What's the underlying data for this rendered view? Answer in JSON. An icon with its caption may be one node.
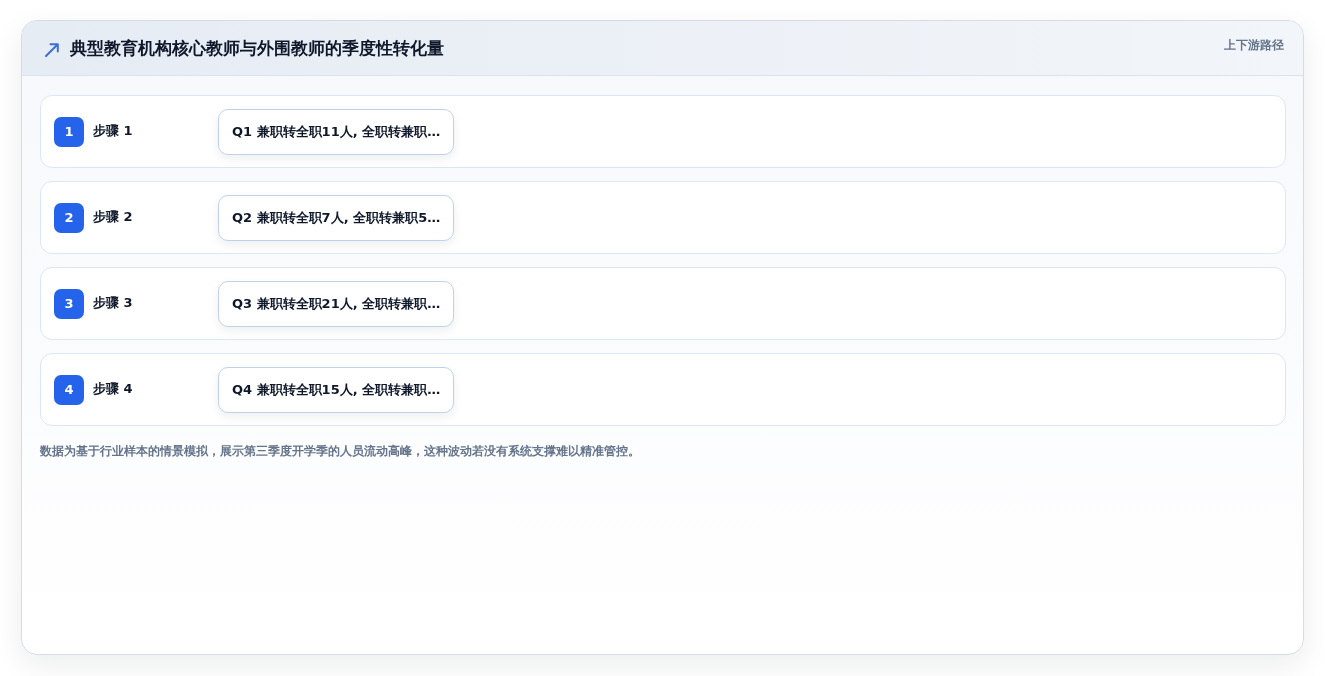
{
  "diagram": {
    "title": "典型教育机构核心教师与外围教师的季度性转化量",
    "nodes": [
      {
        "text": [
          "步骤 1"
        ]
      },
      {
        "text": [
          "1"
        ],
        "in": 0
      },
      {
        "text": [
          "Q1 兼职转全职11人, 全职转兼职…"
        ],
        "in": 0
      },
      {
        "text": [
          "步骤 2"
        ]
      },
      {
        "text": [
          "2"
        ],
        "in": 3
      },
      {
        "text": [
          "Q2 兼职转全职7人, 全职转兼职5…"
        ],
        "in": 3
      },
      {
        "text": [
          "步骤 3"
        ]
      },
      {
        "text": [
          "3"
        ],
        "in": 6
      },
      {
        "text": [
          "Q3 兼职转全职21人, 全职转兼职…"
        ],
        "in": 6
      },
      {
        "text": [
          "步骤 4"
        ]
      },
      {
        "text": [
          "4"
        ],
        "in": 9
      },
      {
        "text": [
          "Q4 兼职转全职15人, 全职转兼职…"
        ],
        "in": 9
      }
    ],
    "edges": [],
    "labels": [
      "上下游路径"
    ],
    "caption": "数据为基于行业样本的情景模拟，展示第三季度开学季的人员流动高峰，这种波动若没有系统支撑难以精准管控。"
  }
}
